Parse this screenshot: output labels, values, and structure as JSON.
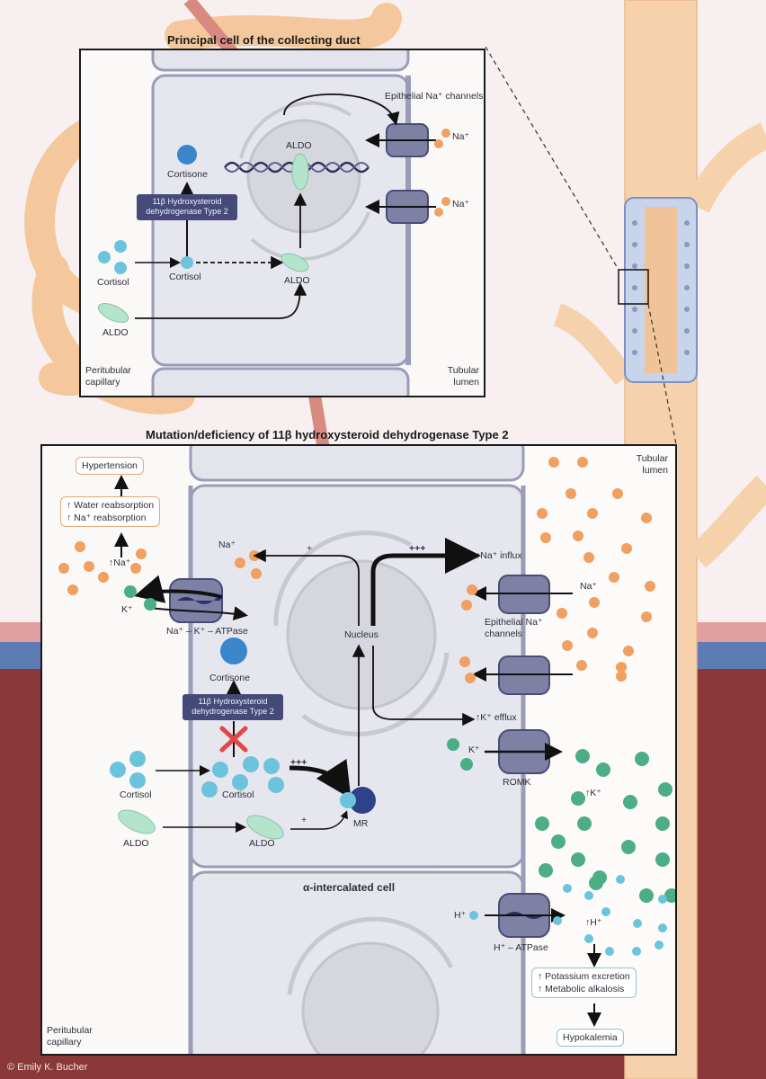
{
  "top_panel": {
    "title": "Principal cell of the collecting duct",
    "labels": {
      "enac": "Epithelial Na⁺ channels",
      "na_1": "Na⁺",
      "na_2": "Na⁺",
      "aldo_nucleus": "ALDO",
      "cortisone": "Cortisone",
      "enzyme_line1": "11β Hydroxysteroid",
      "enzyme_line2": "dehydrogenase Type 2",
      "cortisol_outside": "Cortisol",
      "cortisol_inside": "Cortisol",
      "aldo_inside": "ALDO",
      "aldo_outside": "ALDO",
      "peritubular_1": "Peritubular",
      "peritubular_2": "capillary",
      "lumen_1": "Tubular",
      "lumen_2": "lumen"
    }
  },
  "bottom_panel": {
    "title": "Mutation/deficiency of 11β hydroxysteroid dehydrogenase Type 2",
    "labels": {
      "hypertension": "Hypertension",
      "water_reabs": "Water reabsorption",
      "na_reabs": "Na⁺ reabsorption",
      "na_up": "Na⁺",
      "k_left": "K⁺",
      "na_cell": "Na⁺",
      "nak_atpase": "Na⁺ – K⁺ – ATPase",
      "plus_small": "+",
      "plus_three": "+++",
      "na_influx": "Na⁺ influx",
      "nucleus": "Nucleus",
      "na_lumen": "Na⁺",
      "enac_1": "Epithelial Na⁺",
      "enac_2": "channels",
      "cortisone": "Cortisone",
      "enzyme_line1": "11β Hydroxysteroid",
      "enzyme_line2": "dehydrogenase Type 2",
      "k_efflux": "K⁺ efflux",
      "k_cell": "K⁺",
      "romk": "ROMK",
      "k_up_lumen": "K⁺",
      "cortisol_outside": "Cortisol",
      "cortisol_inside": "Cortisol",
      "plus_three_mr": "+++",
      "plus_aldo": "+",
      "mr": "MR",
      "aldo_outside": "ALDO",
      "aldo_inside": "ALDO",
      "intercalated": "α-intercalated cell",
      "h_cell": "H⁺",
      "h_up": "H⁺",
      "h_atpase": "H⁺ – ATPase",
      "k_excretion": "Potassium excretion",
      "alkalosis": "Metabolic alkalosis",
      "hypokalemia": "Hypokalemia",
      "peritubular_1": "Peritubular",
      "peritubular_2": "capillary",
      "lumen_1": "Tubular",
      "lumen_2": "lumen"
    }
  },
  "credit": "© Emily K. Bucher",
  "colors": {
    "sodium": "#f0a060",
    "potassium": "#4cae84",
    "cortisol": "#6cc4dc",
    "cortisone": "#3a86cc",
    "aldo": "#a8dcc4",
    "enzyme": "#464a78",
    "channel": "#6e7096",
    "inhibit": "#e04848",
    "tubule": "#f6d0a8",
    "blood": "#8e3a3a"
  }
}
